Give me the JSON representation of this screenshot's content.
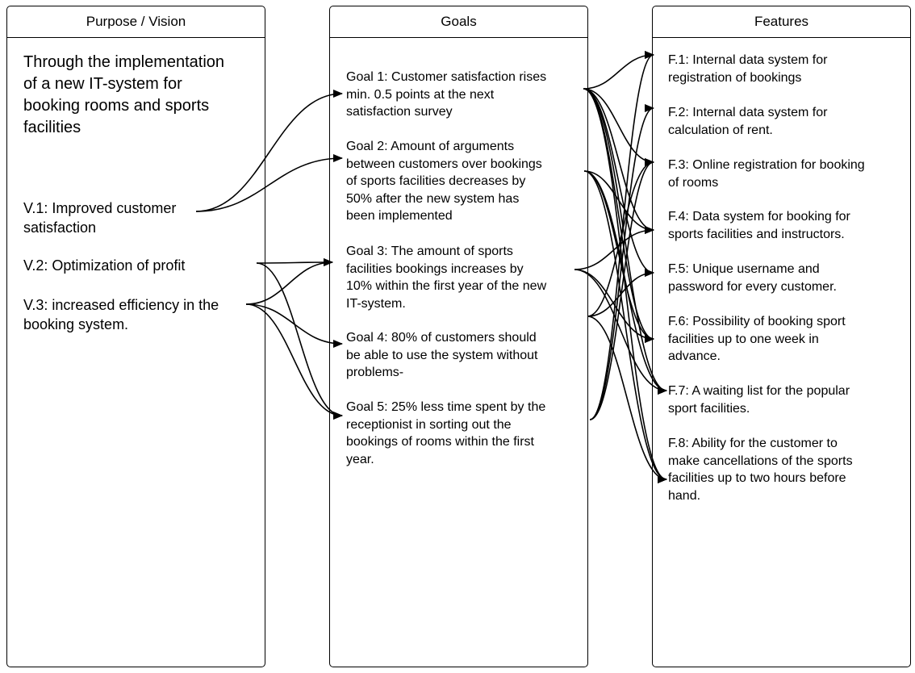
{
  "columns": {
    "purpose": {
      "header": "Purpose / Vision",
      "statement": "Through the implementation\nof a new IT-system for\nbooking rooms and sports\nfacilities",
      "visions": [
        {
          "id": "V.1",
          "text": "V.1: Improved customer\nsatisfaction"
        },
        {
          "id": "V.2",
          "text": "V.2: Optimization of profit"
        },
        {
          "id": "V.3",
          "text": "V.3: increased efficiency in the\nbooking system."
        }
      ]
    },
    "goals": {
      "header": "Goals",
      "items": [
        {
          "id": "Goal 1",
          "text": "Goal 1: Customer satisfaction rises\nmin. 0.5 points at the next\nsatisfaction survey"
        },
        {
          "id": "Goal 2",
          "text": "Goal 2: Amount of arguments\nbetween customers over bookings\nof sports facilities decreases by\n50% after the new system has\nbeen implemented"
        },
        {
          "id": "Goal 3",
          "text": "Goal 3: The amount of sports\nfacilities bookings increases by\n10% within the first year of the new\nIT-system."
        },
        {
          "id": "Goal 4",
          "text": "Goal 4: 80% of customers should\nbe able to use the system without\nproblems-"
        },
        {
          "id": "Goal 5",
          "text": "Goal 5: 25% less time spent by the\nreceptionist in sorting out the\nbookings of rooms within the first\nyear."
        }
      ]
    },
    "features": {
      "header": "Features",
      "items": [
        {
          "id": "F.1",
          "text": "F.1: Internal data system for\nregistration of bookings"
        },
        {
          "id": "F.2",
          "text": "F.2:  Internal data system for\ncalculation of rent."
        },
        {
          "id": "F.3",
          "text": "F.3: Online registration for booking\nof rooms"
        },
        {
          "id": "F.4",
          "text": "F.4: Data system for booking for\nsports facilities and instructors."
        },
        {
          "id": "F.5",
          "text": "F.5: Unique username and\npassword for every customer."
        },
        {
          "id": "F.6",
          "text": "F.6: Possibility of booking sport\nfacilities up to one week in\nadvance."
        },
        {
          "id": "F.7",
          "text": "F.7: A waiting list for the popular\nsport facilities."
        },
        {
          "id": "F.8",
          "text": "F.8: Ability for the customer to\nmake cancellations of the sports\nfacilities up to two hours before\nhand."
        }
      ]
    }
  },
  "links": [
    {
      "from": "V.1",
      "to": "Goal 1"
    },
    {
      "from": "V.1",
      "to": "Goal 2"
    },
    {
      "from": "V.2",
      "to": "Goal 3"
    },
    {
      "from": "V.2",
      "to": "Goal 5"
    },
    {
      "from": "V.3",
      "to": "Goal 3"
    },
    {
      "from": "V.3",
      "to": "Goal 4"
    },
    {
      "from": "V.3",
      "to": "Goal 5"
    },
    {
      "from": "Goal 1",
      "to": "F.1"
    },
    {
      "from": "Goal 1",
      "to": "F.3"
    },
    {
      "from": "Goal 1",
      "to": "F.4"
    },
    {
      "from": "Goal 1",
      "to": "F.5"
    },
    {
      "from": "Goal 1",
      "to": "F.6"
    },
    {
      "from": "Goal 1",
      "to": "F.7"
    },
    {
      "from": "Goal 1",
      "to": "F.8"
    },
    {
      "from": "Goal 2",
      "to": "F.4"
    },
    {
      "from": "Goal 2",
      "to": "F.6"
    },
    {
      "from": "Goal 2",
      "to": "F.7"
    },
    {
      "from": "Goal 2",
      "to": "F.8"
    },
    {
      "from": "Goal 3",
      "to": "F.4"
    },
    {
      "from": "Goal 3",
      "to": "F.6"
    },
    {
      "from": "Goal 3",
      "to": "F.7"
    },
    {
      "from": "Goal 4",
      "to": "F.3"
    },
    {
      "from": "Goal 4",
      "to": "F.5"
    },
    {
      "from": "Goal 4",
      "to": "F.8"
    },
    {
      "from": "Goal 5",
      "to": "F.1"
    },
    {
      "from": "Goal 5",
      "to": "F.2"
    },
    {
      "from": "Goal 5",
      "to": "F.3"
    }
  ]
}
